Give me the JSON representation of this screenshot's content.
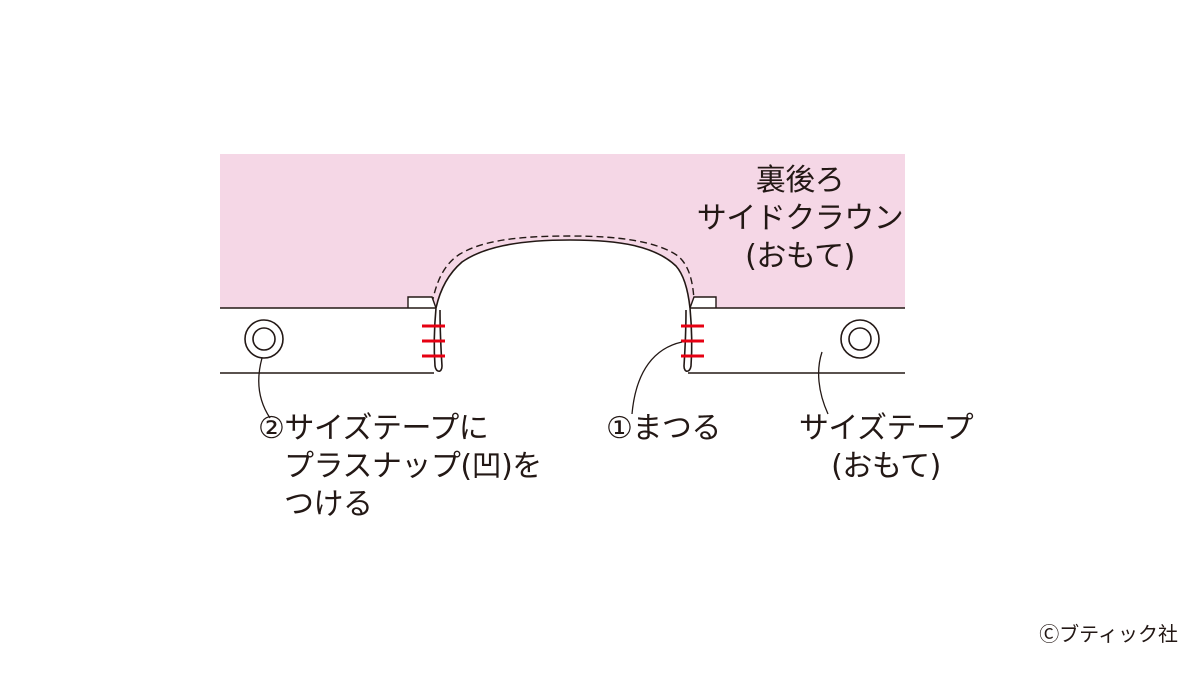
{
  "labels": {
    "crown": [
      "裏後ろ",
      "サイドクラウン",
      "(おもて)"
    ],
    "snap": [
      "②サイズテープに",
      "プラスナップ(凹)を",
      "つける"
    ],
    "stitch": [
      "①まつる"
    ],
    "tape": [
      "サイズテープ",
      "(おもて)"
    ]
  },
  "credit": "Ⓒブティック社",
  "colors": {
    "crown_fill": "#f5d7e6",
    "line": "#231815",
    "stitch": "#e60012",
    "background": "#ffffff"
  },
  "icons": [
    "snap-icon"
  ]
}
